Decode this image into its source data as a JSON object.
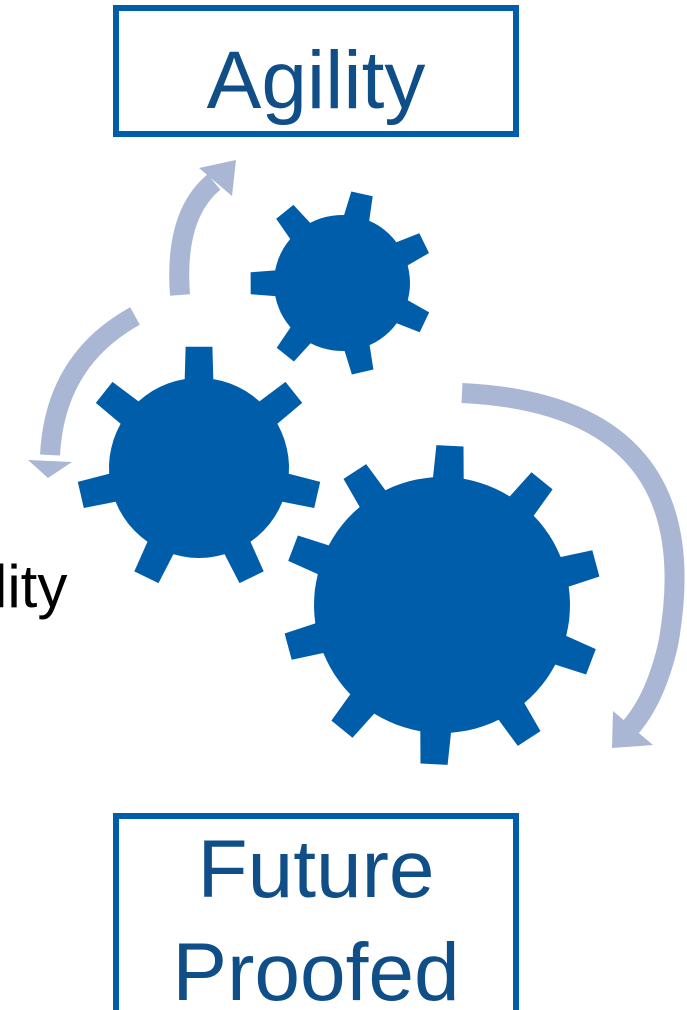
{
  "diagram": {
    "boxes": {
      "top": {
        "label": "Agility"
      },
      "bottom": {
        "lines": [
          "Future",
          "Proofed"
        ]
      }
    },
    "side_label": "lity",
    "colors": {
      "gear": "#005DAA",
      "box_border": "#005DAA",
      "box_text": "#0F4E86",
      "arrow": "#A9B7D4",
      "side_text": "#000000"
    },
    "icons": [
      "gear-icon",
      "curved-arrow-icon"
    ]
  }
}
